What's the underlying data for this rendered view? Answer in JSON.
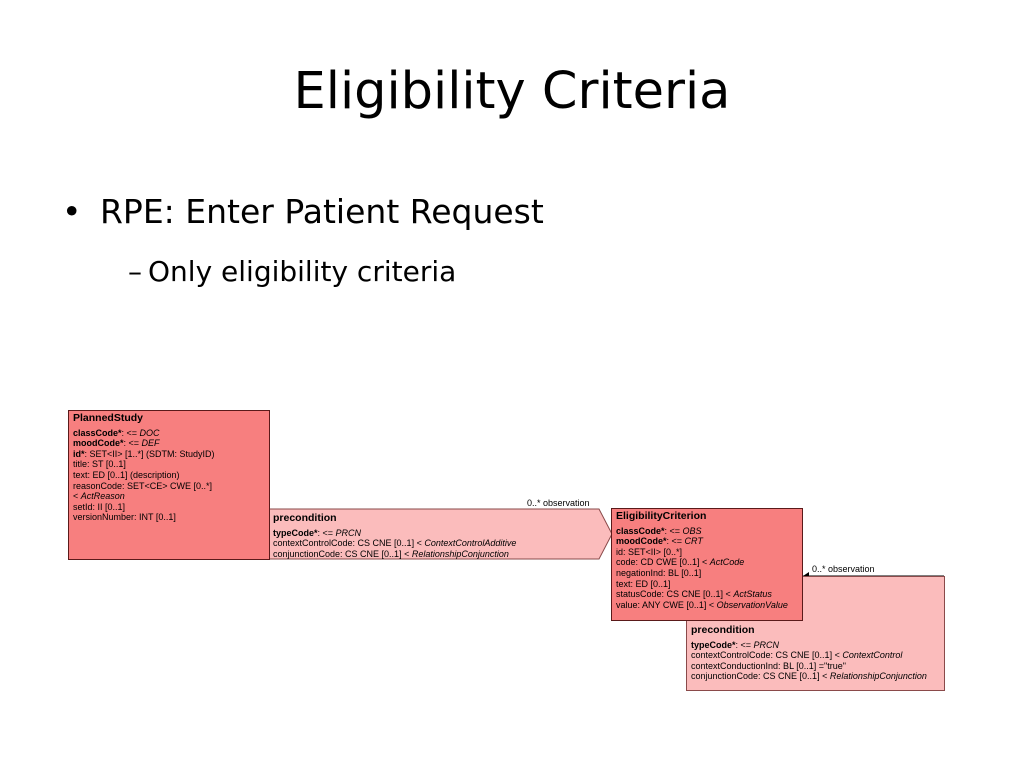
{
  "slide": {
    "title": "Eligibility Criteria",
    "bullet_symbol": "•",
    "bullet": "RPE: Enter Patient Request",
    "sub_dash": "–",
    "sub_bullet": "Only eligibility criteria"
  },
  "diagram": {
    "planned_study": {
      "name": "PlannedStudy",
      "rows": [
        {
          "bold": "classCode*",
          "rest": ": <= ",
          "ital": "DOC"
        },
        {
          "bold": "moodCode*",
          "rest": ": <= ",
          "ital": "DEF"
        },
        {
          "bold": "id*",
          "rest": ": SET<II> [1..*] (SDTM: StudyID)",
          "ital": ""
        },
        {
          "bold": "",
          "rest": "title: ST [0..1]",
          "ital": ""
        },
        {
          "bold": "",
          "rest": "text: ED [0..1] (description)",
          "ital": ""
        },
        {
          "bold": "",
          "rest": "reasonCode: SET<CE> CWE [0..*]",
          "ital": ""
        },
        {
          "bold": "",
          "rest": " < ",
          "ital": "ActReason"
        },
        {
          "bold": "",
          "rest": "setId: II [0..1]",
          "ital": ""
        },
        {
          "bold": "",
          "rest": "versionNumber: INT [0..1]",
          "ital": ""
        }
      ]
    },
    "precondition_1": {
      "name": "precondition",
      "rows": [
        {
          "bold": "typeCode*",
          "rest": ": <= ",
          "ital": "PRCN"
        },
        {
          "bold": "",
          "rest": "contextControlCode: CS CNE [0..1] < ",
          "ital": "ContextControlAdditive"
        },
        {
          "bold": "",
          "rest": "conjunctionCode: CS CNE [0..1] < ",
          "ital": "RelationshipConjunction"
        }
      ],
      "arrow_label": "0..* observation"
    },
    "eligibility_criterion": {
      "name": "EligibilityCriterion",
      "rows": [
        {
          "bold": "classCode*",
          "rest": ": <= ",
          "ital": "OBS"
        },
        {
          "bold": "moodCode*",
          "rest": ": <= ",
          "ital": "CRT"
        },
        {
          "bold": "",
          "rest": "id: SET<II> [0..*]",
          "ital": ""
        },
        {
          "bold": "",
          "rest": "code: CD CWE [0..1] < ",
          "ital": "ActCode"
        },
        {
          "bold": "",
          "rest": "negationInd: BL [0..1]",
          "ital": ""
        },
        {
          "bold": "",
          "rest": "text: ED [0..1]",
          "ital": ""
        },
        {
          "bold": "",
          "rest": "statusCode: CS CNE [0..1] < ",
          "ital": "ActStatus"
        },
        {
          "bold": "",
          "rest": "value: ANY CWE [0..1] < ",
          "ital": "ObservationValue"
        }
      ]
    },
    "precondition_2": {
      "name": "precondition",
      "rows": [
        {
          "bold": "typeCode*",
          "rest": ": <= ",
          "ital": "PRCN"
        },
        {
          "bold": "",
          "rest": "contextControlCode: CS CNE [0..1] < ",
          "ital": "ContextControl"
        },
        {
          "bold": "",
          "rest": "contextConductionInd: BL [0..1] =\"true\"",
          "ital": ""
        },
        {
          "bold": "",
          "rest": "conjunctionCode: CS CNE [0..1] < ",
          "ital": "RelationshipConjunction"
        }
      ],
      "arrow_label": "0..* observation"
    },
    "colors": {
      "act_class": "#f77f7f",
      "act_relationship": "#fbbcbc",
      "border": "#5a1a1a"
    }
  }
}
